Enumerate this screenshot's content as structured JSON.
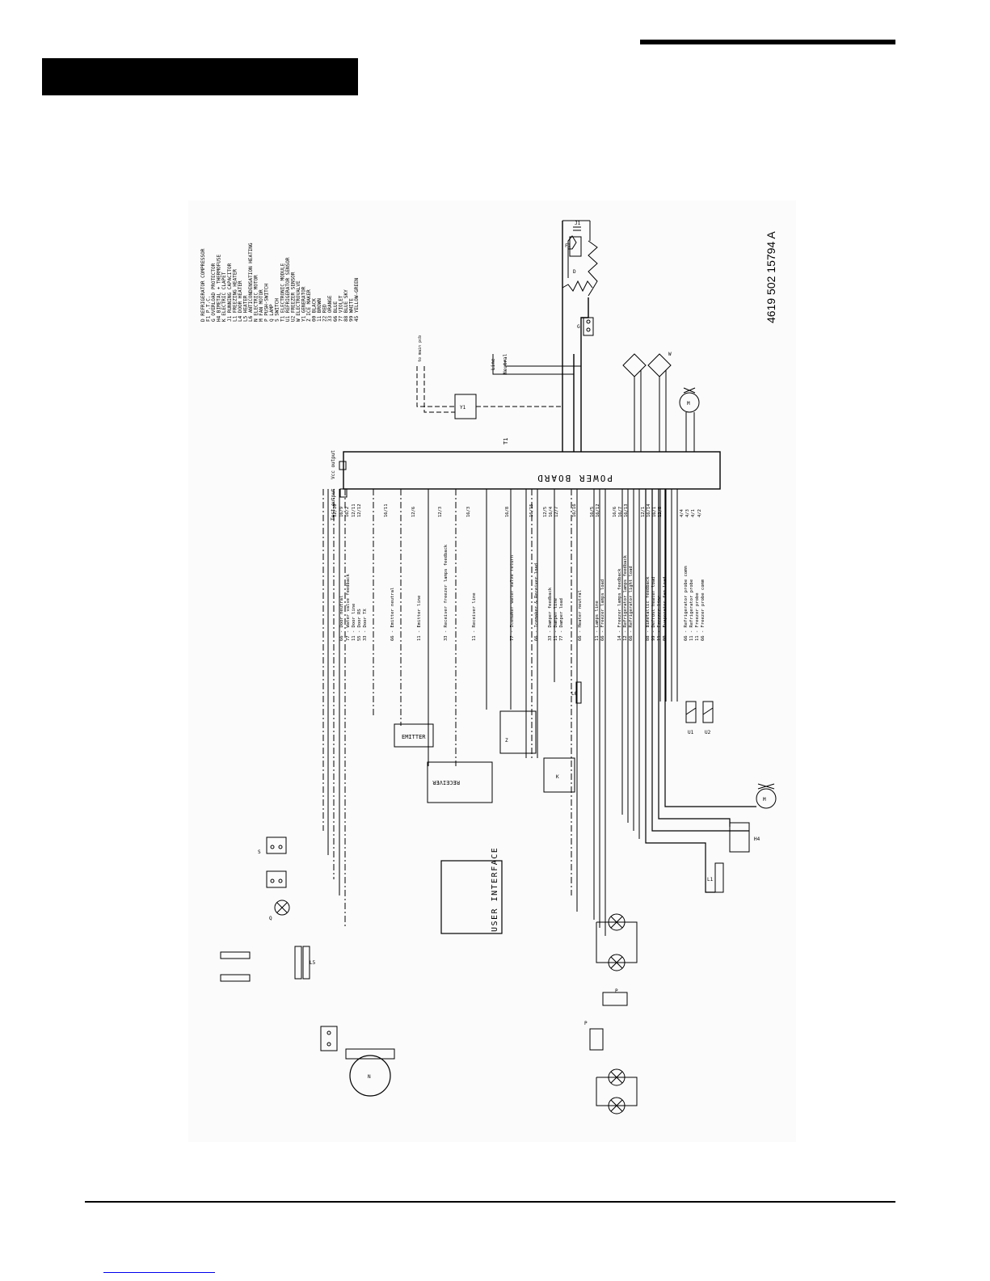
{
  "document": {
    "drawing_number": "4619 502 15794 A"
  },
  "legend": [
    "D  REFRIGERATOR COMPRESSOR",
    "F1 P.T.C.",
    "G  OVERLOAD PROTECTOR",
    "H4 BIMETAL + THERMOFUSE",
    "K  ELECTRIC CLAPET",
    "J1 RUNNING CAPACITOR",
    "L1 FREEZING HEATER",
    "L4 DOOR HEATER",
    "L5 HEATER",
    "L6 ANTICONDENSATION HEATING",
    "N  ELECTRIC MOTOR",
    "M  FAN MOTOR",
    "P  PUSH-SWITCH",
    "Q  LAMP",
    "S  SWITCH",
    "T1 ELECTRONIC MODULE",
    "U1 REFRIGERATOR SENSOR",
    "U2 FREEZER SENSOR",
    "W  ELECTROVALVE",
    "Y1 GENERATOR",
    "Z  ICE MAKER",
    "00 BLACK",
    "11 BROWN",
    "22 RED",
    "33 ORANGE",
    "66 BLUE",
    "77 VIOLET",
    "88 BLUE SKY",
    "99 WHITE",
    "45 YELLOW-GREEN"
  ],
  "blocks": {
    "power_board": "POWER BOARD",
    "user_interface": "USER INTERFACE",
    "emitter": "EMITTER",
    "receiver": "RECEIVER",
    "t1": "T1"
  },
  "supply": {
    "line": "Line",
    "neutral": "Neutral",
    "to_main_pcb": "to main pcb"
  },
  "board_outputs": {
    "test_output": "Test output",
    "vcc_output": "Vcc output"
  },
  "board_pins": [
    "12/10",
    "16/9",
    "16/2",
    "12/11",
    "12/12",
    "16/11",
    "12/6",
    "12/3",
    "16/3",
    "16/8",
    "16/15",
    "12/5",
    "16/4",
    "12/7",
    "16/16",
    "16/5",
    "16/12",
    "16/6",
    "16/7",
    "16/13",
    "12/1",
    "16/14",
    "16/1",
    "12/8",
    "4/4",
    "4/3",
    "4/1",
    "4/2"
  ],
  "wire_labels": [
    "66 - Door neutral",
    "77 - Water valve feedback",
    "11 - Door line",
    "55 - Door RS",
    "33 - Door TX",
    "66 - Emitter neutral",
    "11 - Emitter line",
    "33 - Receiver freezer lamps feedback",
    "11 - Receiver line",
    "77 - Icemaker water valve return",
    "66 - Icemaker & Receiver load",
    "33 - Damper feedback",
    "11 - Damper line",
    "77 - Damper load",
    "66 - Heater neutral",
    "11 - Lamps line",
    "66 - Freezer lamps load",
    "14 - Freezer lamps feedback",
    "12 - Refrigerator lamps feedback",
    "66 - Refrigerator light load",
    "88 - Bimetallic feedback",
    "99 - Defrost heater load",
    "11 - Freezer line",
    "00 - Evaporator fan load",
    "66 - Refrigerator probe comm",
    "11 - Refrigerator probe",
    "11 - Freezer probe",
    "66 - Freezer probe comm"
  ],
  "components": {
    "D": "D",
    "F1": "F1",
    "G": "G",
    "J1": "J1",
    "W": "W",
    "Y1": "Y1",
    "M": "M",
    "N": "N",
    "U1": "U1",
    "U2": "U2",
    "H4": "H4",
    "L1": "L1",
    "L5": "L5",
    "L6": "L6",
    "K": "K",
    "Z": "Z",
    "S": "S",
    "Q": "Q",
    "P": "P"
  },
  "colors": {
    "ink": "#000000",
    "panel": "#fbfbfb",
    "link": "#0000ee"
  }
}
